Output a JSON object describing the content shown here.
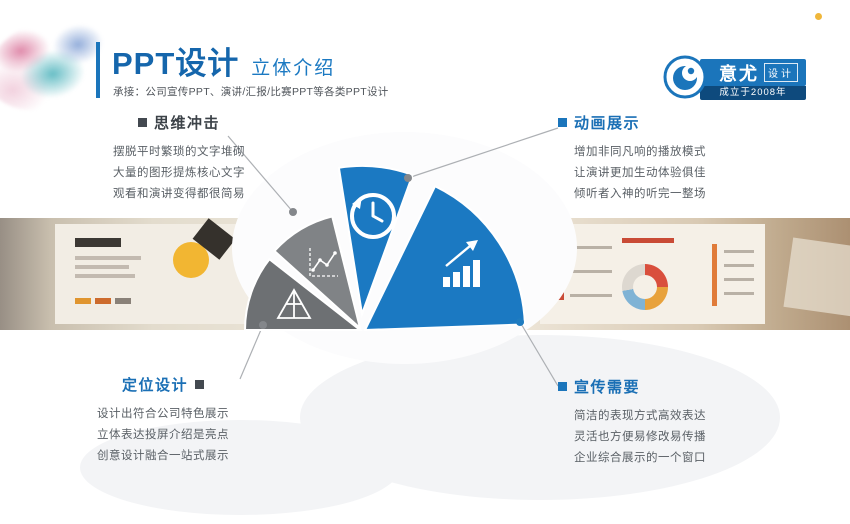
{
  "header": {
    "title": "PPT设计",
    "subtitle": "立体介绍",
    "tagline": "承接：公司宣传PPT、演讲/汇报/比赛PPT等各类PPT设计"
  },
  "logo": {
    "brand_main": "意尤",
    "brand_sub": "设计",
    "since": "成立于2008年"
  },
  "sections": {
    "top_left": {
      "title": "思维冲击",
      "lines": [
        "摆脱平时繁琐的文字堆砌",
        "大量的图形提炼核心文字",
        "观看和演讲变得都很简易"
      ]
    },
    "top_right": {
      "title": "动画展示",
      "lines": [
        "增加非同凡响的播放模式",
        "让演讲更加生动体验俱佳",
        "倾听者入神的听完一整场"
      ]
    },
    "bottom_left": {
      "title": "定位设计",
      "lines": [
        "设计出符合公司特色展示",
        "立体表达投屏介绍是亮点",
        "创意设计融合一站式展示"
      ]
    },
    "bottom_right": {
      "title": "宣传需要",
      "lines": [
        "简洁的表现方式高效表达",
        "灵活也方便易修改易传播",
        "企业综合展示的一个窗口"
      ]
    }
  },
  "fan": {
    "segments": [
      {
        "icon": "pyramid-icon",
        "color": "#6d7073"
      },
      {
        "icon": "line-chart-icon",
        "color": "#808386"
      },
      {
        "icon": "history-clock-icon",
        "color": "#1b79c2"
      },
      {
        "icon": "bar-growth-icon",
        "color": "#1b79c2"
      }
    ]
  },
  "colors": {
    "accent": "#1b75bb",
    "fan_blue": "#1b79c2",
    "fan_gray_dark": "#6d7073",
    "fan_gray_light": "#808386",
    "dark_text": "#3c4248",
    "body_text": "#5a6066"
  }
}
